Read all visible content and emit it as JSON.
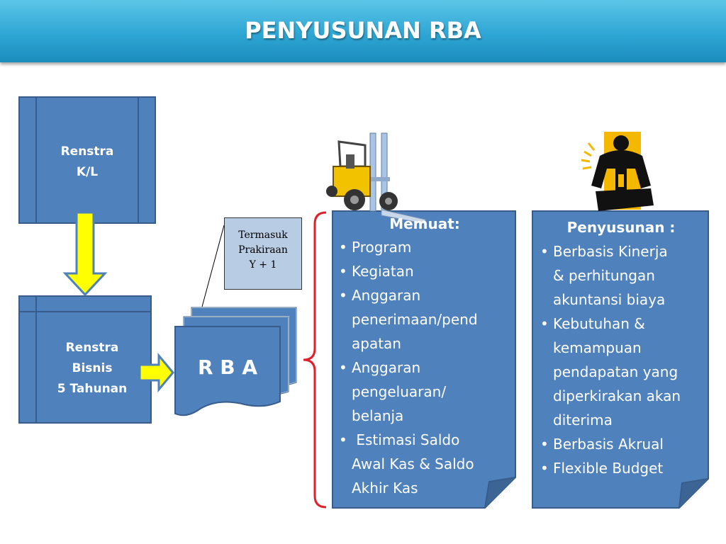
{
  "title": "PENYUSUNAN RBA",
  "renstra_kl": {
    "line1": "Renstra",
    "line2": "K/L"
  },
  "renstra_bisnis": {
    "line1": "Renstra",
    "line2": "Bisnis",
    "line3": "5 Tahunan"
  },
  "callout": {
    "line1": "Termasuk",
    "line2": "Prakiraan",
    "line3": "Y + 1"
  },
  "rba": {
    "label": "R B A"
  },
  "memuat": {
    "heading": "Memuat:",
    "items": [
      [
        "Program"
      ],
      [
        "Kegiatan"
      ],
      [
        "Anggaran",
        "penerimaan/pend",
        "apatan"
      ],
      [
        "Anggaran",
        "pengeluaran/",
        "belanja"
      ],
      [
        " Estimasi Saldo",
        "Awal Kas & Saldo",
        "Akhir Kas"
      ]
    ]
  },
  "penyusunan": {
    "heading": "Penyusunan :",
    "items": [
      [
        "Berbasis Kinerja",
        "& perhitungan",
        "akuntansi biaya"
      ],
      [
        "Kebutuhan &",
        "kemampuan",
        "pendapatan yang",
        "diperkirakan akan",
        "diterima"
      ],
      [
        "Berbasis Akrual"
      ],
      [
        "Flexible Budget"
      ]
    ]
  },
  "colors": {
    "header": "#2ea6d4",
    "box_fill": "#4f81bd",
    "box_border": "#385d8a",
    "arrow_fill": "#ffff00",
    "bracket": "#e0202a",
    "callout_fill": "#b8cce4"
  },
  "icons": [
    "forklift-icon",
    "jackhammer-worker-icon"
  ]
}
